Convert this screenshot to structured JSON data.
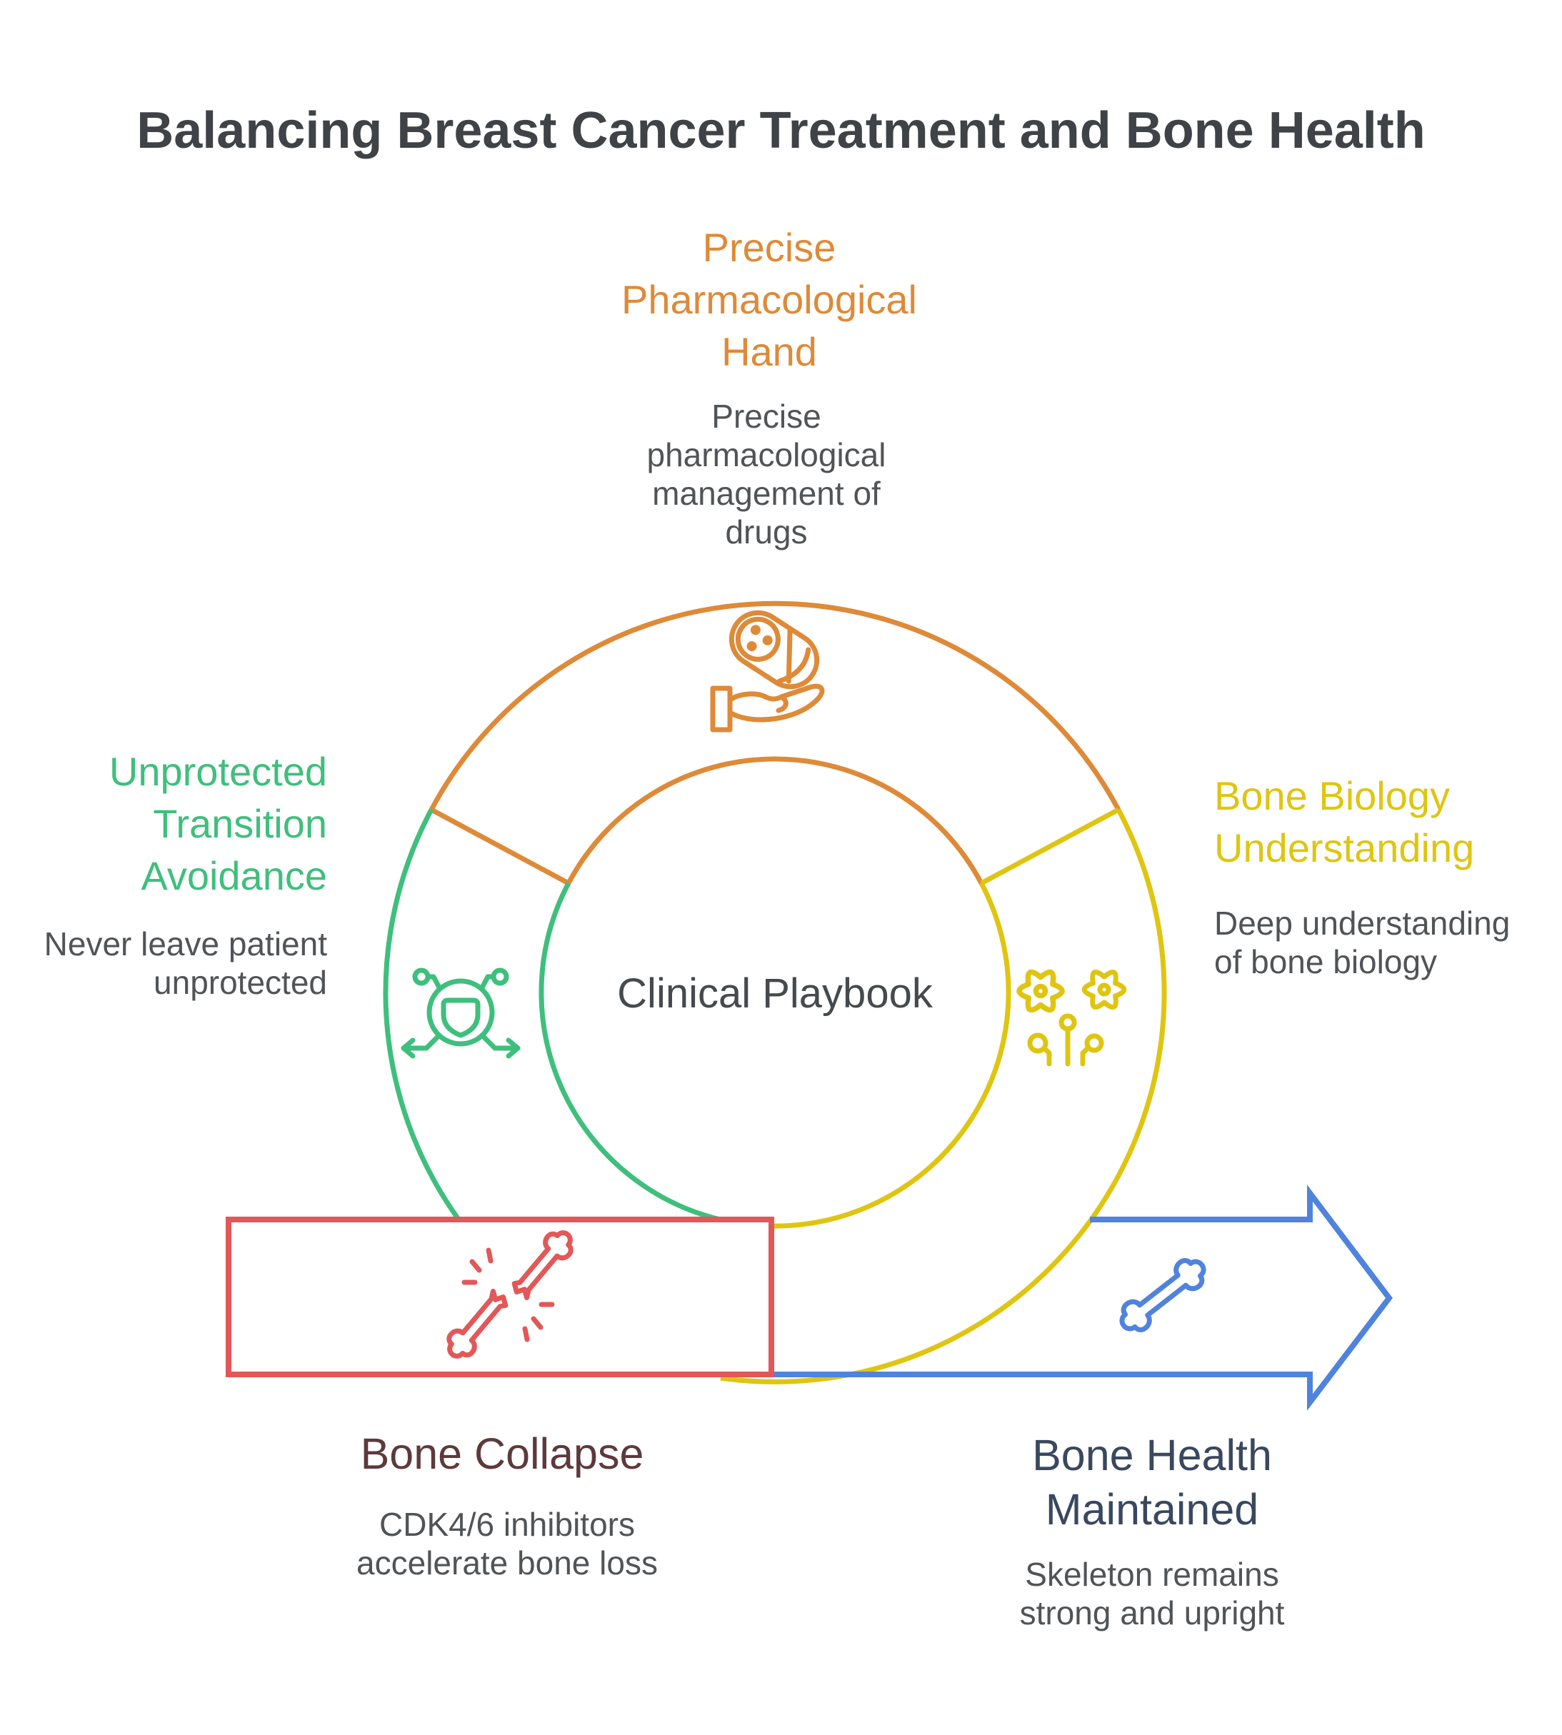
{
  "title": "Balancing Breast Cancer Treatment and Bone Health",
  "center_label": "Clinical Playbook",
  "colors": {
    "orange": "#DE8A38",
    "green": "#3FBF7D",
    "yellow": "#DFC511",
    "red": "#E25858",
    "blue": "#4F83DC",
    "title_gray": "#3F4347",
    "body_gray": "#515457",
    "maroon": "#5E393C",
    "navy": "#39485F",
    "center_gray": "#454A4E"
  },
  "segments": {
    "pharmacological": {
      "heading": [
        "Precise",
        "Pharmacological",
        "Hand"
      ],
      "description": [
        "Precise",
        "pharmacological",
        "management of",
        "drugs"
      ],
      "icon": "pill-in-hand-icon"
    },
    "transition": {
      "heading": [
        "Unprotected",
        "Transition",
        "Avoidance"
      ],
      "description": [
        "Never leave patient",
        "unprotected"
      ],
      "icon": "shield-network-icon"
    },
    "biology": {
      "heading": [
        "Bone Biology",
        "Understanding"
      ],
      "description": [
        "Deep understanding",
        "of bone biology"
      ],
      "icon": "bone-cells-icon"
    },
    "collapse": {
      "heading": [
        "Bone Collapse"
      ],
      "description": [
        "CDK4/6 inhibitors",
        "accelerate bone loss"
      ],
      "icon": "broken-bone-icon"
    },
    "maintained": {
      "heading": [
        "Bone Health",
        "Maintained"
      ],
      "description": [
        "Skeleton remains",
        "strong and upright"
      ],
      "icon": "bone-icon"
    }
  }
}
